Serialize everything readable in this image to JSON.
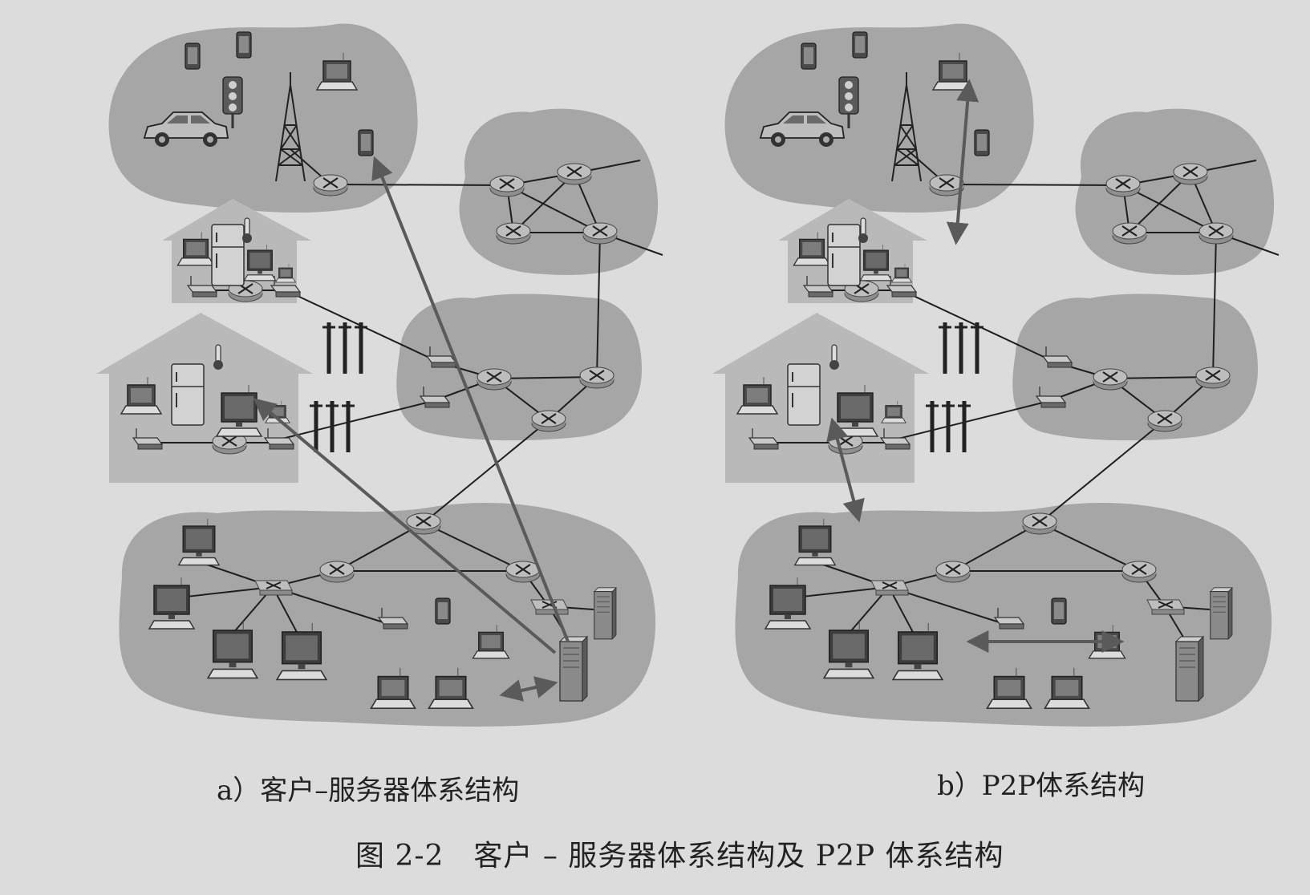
{
  "figure": {
    "caption_a": "a）客户–服务器体系结构",
    "caption_b": "b）P2P体系结构",
    "figure_caption": "图 2-2　客户 – 服务器体系结构及 P2P 体系结构"
  },
  "colors": {
    "paper": "#dcdcdc",
    "cloud": "#a6a6a6",
    "house": "#b9b9b9",
    "house_roof": "#c4c4c4",
    "router": "#bdbdbd",
    "link": "#1e1e1e",
    "arrow": "#5a5a5a",
    "device": "#3a3a3a"
  },
  "icons": [
    "router-icon",
    "switch-icon",
    "laptop-icon",
    "desktop-icon",
    "server-icon",
    "phone-icon",
    "car-icon",
    "traffic-light-icon",
    "cell-tower-icon",
    "fridge-icon",
    "thermometer-icon",
    "modem-icon",
    "utility-pole-icon",
    "arrow-icon"
  ]
}
